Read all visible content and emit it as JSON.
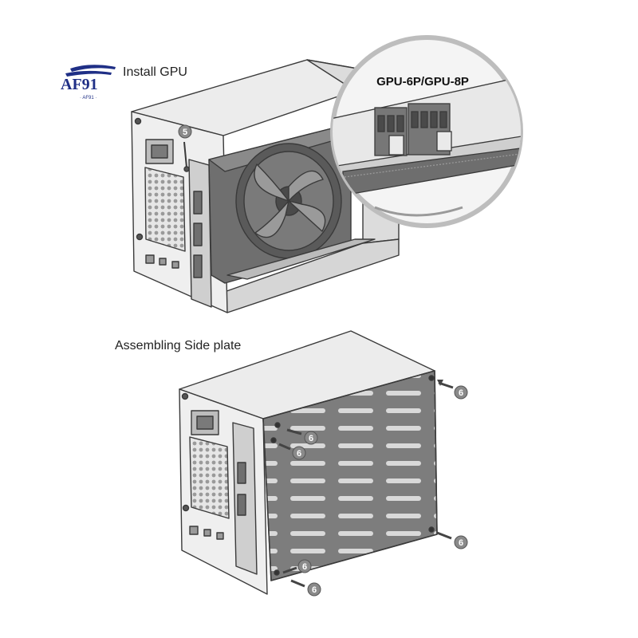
{
  "logo": {
    "text": "AF91",
    "subtext": "· AF91 ·",
    "color": "#1f2f86"
  },
  "steps": {
    "install_gpu": "Install GPU",
    "assemble_side_plate": "Assembling Side plate"
  },
  "callouts": {
    "step5": "5",
    "step6": "6"
  },
  "connector_label": "GPU-6P/GPU-8P",
  "colors": {
    "line": "#3a3a3a",
    "panel_light": "#e9e9e9",
    "panel_mid": "#cfcfcf",
    "gpu_dark": "#6f6f6f",
    "fan_dark": "#5a5a5a",
    "side_plate": "#7d7d7d",
    "callout_circle": "#8a8a8a",
    "arrow": "#444444",
    "magnifier_bg": "#f4f4f4"
  }
}
